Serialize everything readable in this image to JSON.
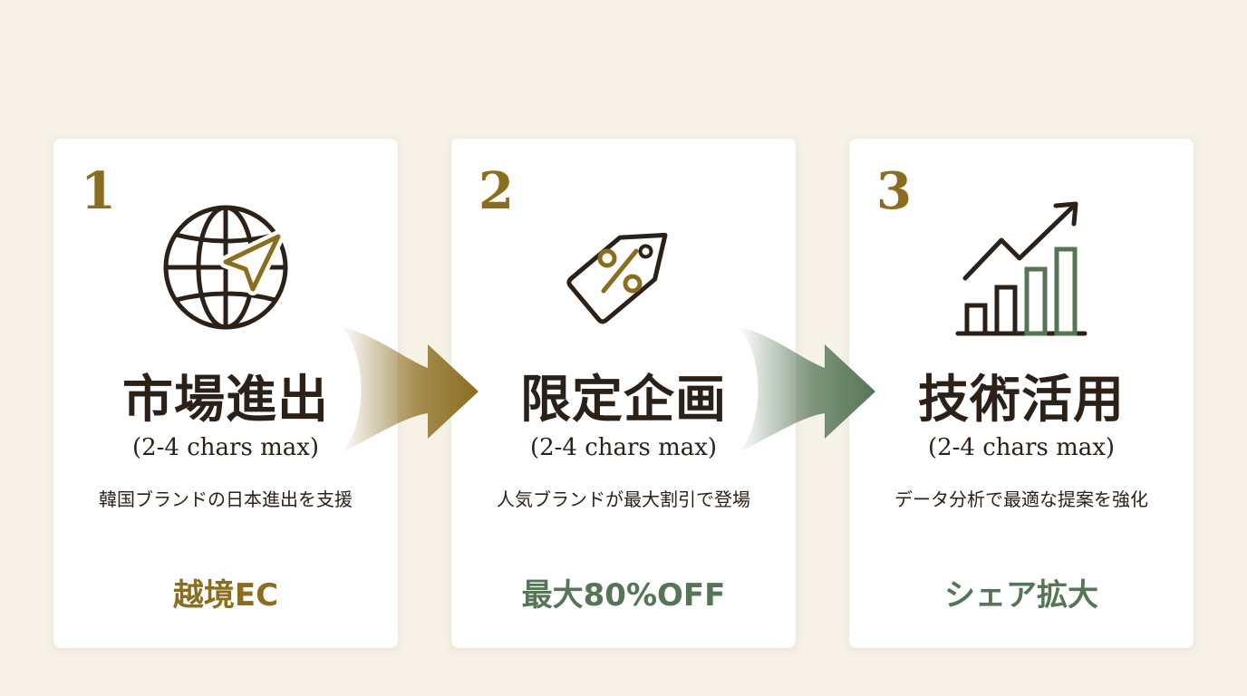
{
  "steps": [
    {
      "number": "1",
      "title": "市場進出",
      "subtitle": "(2-4 chars max)",
      "description": "韓国ブランドの日本進出を支援",
      "tag": "越境EC",
      "icon": "globe-navigation-icon",
      "tag_color": "#8a6d1f"
    },
    {
      "number": "2",
      "title": "限定企画",
      "subtitle": "(2-4 chars max)",
      "description": "人気ブランドが最大割引で登場",
      "tag": "最大80%OFF",
      "icon": "percent-tag-icon",
      "tag_color": "#557556"
    },
    {
      "number": "3",
      "title": "技術活用",
      "subtitle": "(2-4 chars max)",
      "description": "データ分析で最適な提案を強化",
      "tag": "シェア拡大",
      "icon": "growth-chart-icon",
      "tag_color": "#557556"
    }
  ],
  "colors": {
    "background": "#f6f2e8",
    "card": "#ffffff",
    "gold": "#8a6d1f",
    "green": "#557556",
    "dark": "#2b2118"
  }
}
